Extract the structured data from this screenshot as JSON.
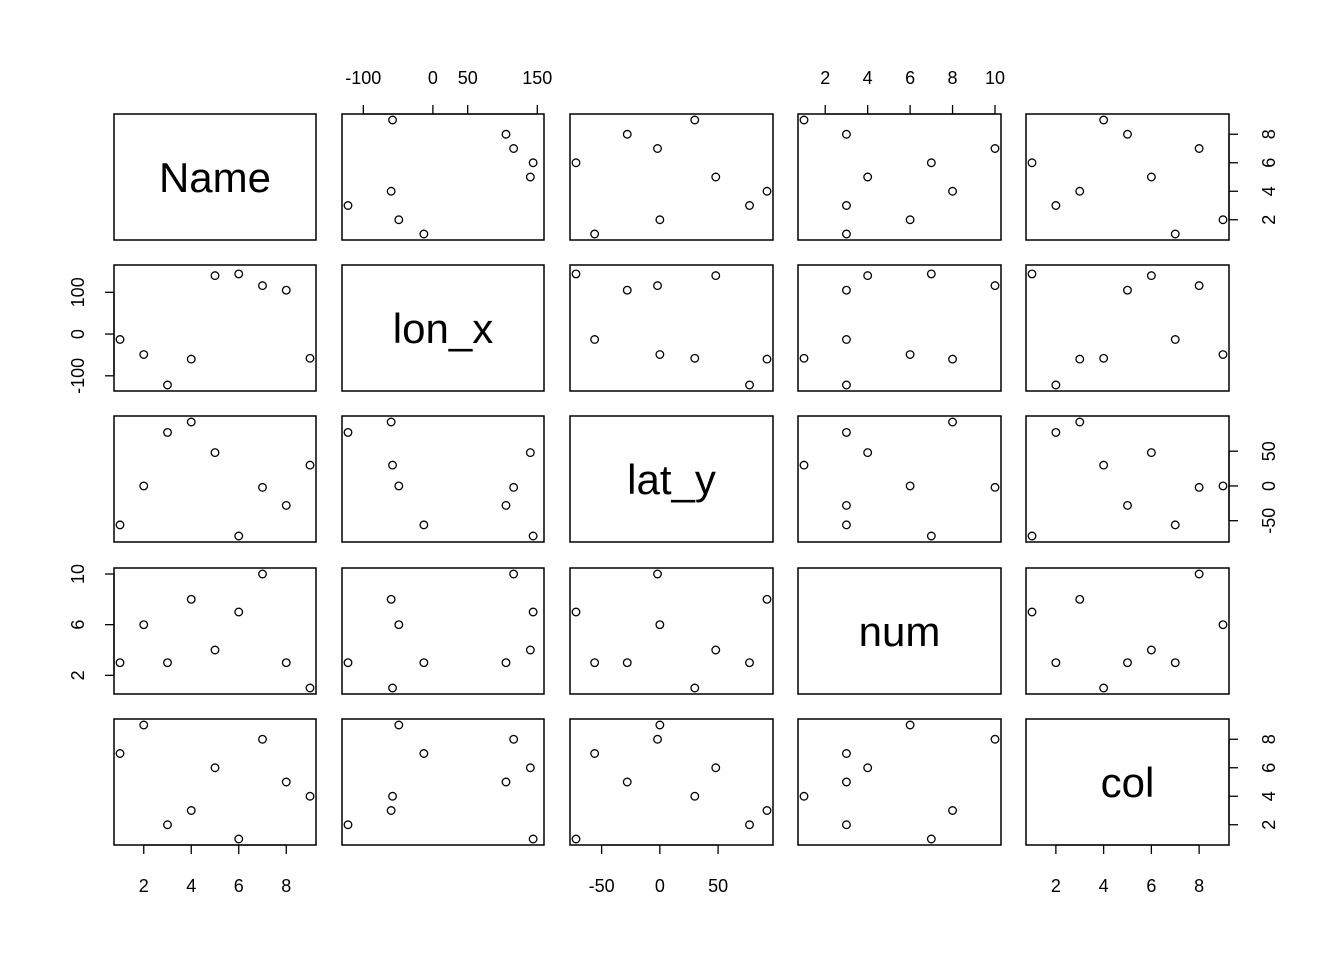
{
  "chart_data": {
    "type": "scatter-matrix",
    "variables": [
      "Name",
      "lon_x",
      "lat_y",
      "num",
      "col"
    ],
    "ranges": {
      "Name": [
        1,
        9
      ],
      "lon_x": [
        -122,
        151
      ],
      "lat_y": [
        -72,
        92
      ],
      "num": [
        1,
        10
      ],
      "col": [
        1,
        9
      ]
    },
    "ticks": {
      "Name": [
        2,
        4,
        6,
        8
      ],
      "lon_x": [
        -100,
        0,
        50,
        150
      ],
      "lat_y": [
        -50,
        0,
        50
      ],
      "num": [
        2,
        4,
        6,
        8,
        10
      ],
      "col": [
        2,
        4,
        6,
        8
      ]
    },
    "tick_labels": {
      "Name": [
        "2",
        "4",
        "6",
        "8"
      ],
      "lon_x_top": [
        "-100",
        "0",
        "50",
        "150"
      ],
      "lon_x_left": [
        "-100",
        "0",
        "100"
      ],
      "lat_y": [
        "-50",
        "0",
        "50"
      ],
      "num_top": [
        "2",
        "4",
        "6",
        "8",
        "10"
      ],
      "num_left": [
        "2",
        "6",
        "10"
      ],
      "col": [
        "2",
        "4",
        "6",
        "8"
      ]
    },
    "left_ticks": {
      "lon_x": [
        -100,
        0,
        100
      ],
      "num": [
        2,
        6,
        10
      ]
    },
    "data": {
      "Name": [
        1,
        2,
        3,
        4,
        5,
        6,
        7,
        8,
        9
      ],
      "lon_x": [
        -13,
        -49,
        -122,
        -60,
        140,
        144,
        116,
        105,
        -58
      ],
      "lat_y": [
        -56,
        0,
        77,
        92,
        48,
        -72,
        -2,
        -28,
        30
      ],
      "num": [
        3,
        6,
        3,
        8,
        4,
        7,
        10,
        3,
        1
      ],
      "col": [
        7,
        9,
        2,
        3,
        6,
        1,
        8,
        5,
        4
      ]
    },
    "grid": false,
    "legend": "none"
  }
}
